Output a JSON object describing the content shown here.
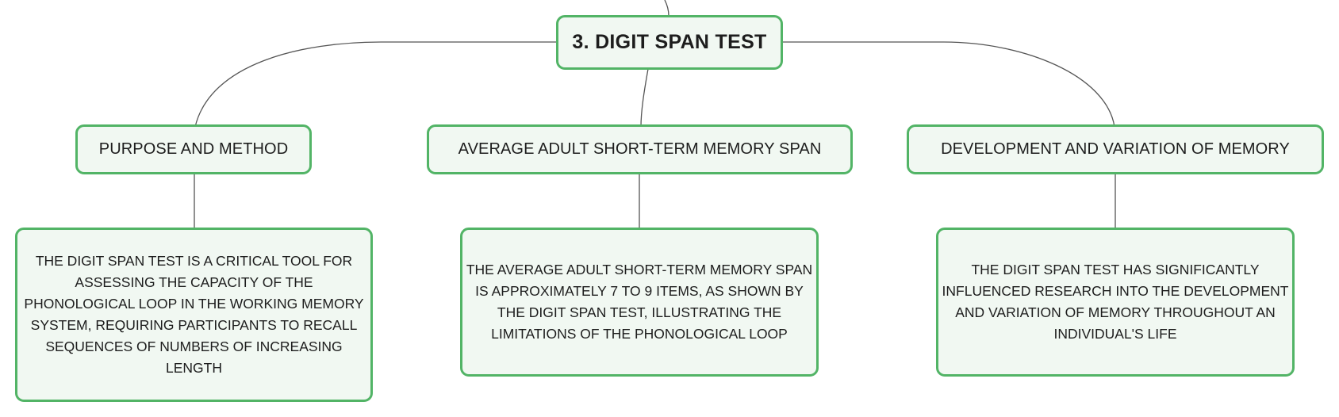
{
  "colors": {
    "node_fill": "#f1f8f2",
    "node_border": "#52b466",
    "connector": "#555555",
    "text": "#1d1d1d"
  },
  "mindmap": {
    "root": {
      "label": "3. DIGIT SPAN TEST"
    },
    "branches": [
      {
        "label": "PURPOSE AND METHOD",
        "detail": "THE DIGIT SPAN TEST IS A CRITICAL TOOL FOR ASSESSING THE CAPACITY OF THE PHONOLOGICAL LOOP IN THE WORKING MEMORY SYSTEM, REQUIRING PARTICIPANTS TO RECALL SEQUENCES OF NUMBERS OF INCREASING LENGTH"
      },
      {
        "label": "AVERAGE ADULT SHORT-TERM MEMORY SPAN",
        "detail": "THE AVERAGE ADULT SHORT-TERM MEMORY SPAN IS APPROXIMATELY 7 TO 9 ITEMS, AS SHOWN BY THE DIGIT SPAN TEST, ILLUSTRATING THE LIMITATIONS OF THE PHONOLOGICAL LOOP"
      },
      {
        "label": "DEVELOPMENT AND VARIATION OF MEMORY",
        "detail": "THE DIGIT SPAN TEST HAS SIGNIFICANTLY INFLUENCED RESEARCH INTO THE DEVELOPMENT AND VARIATION OF MEMORY THROUGHOUT AN INDIVIDUAL'S LIFE"
      }
    ]
  }
}
